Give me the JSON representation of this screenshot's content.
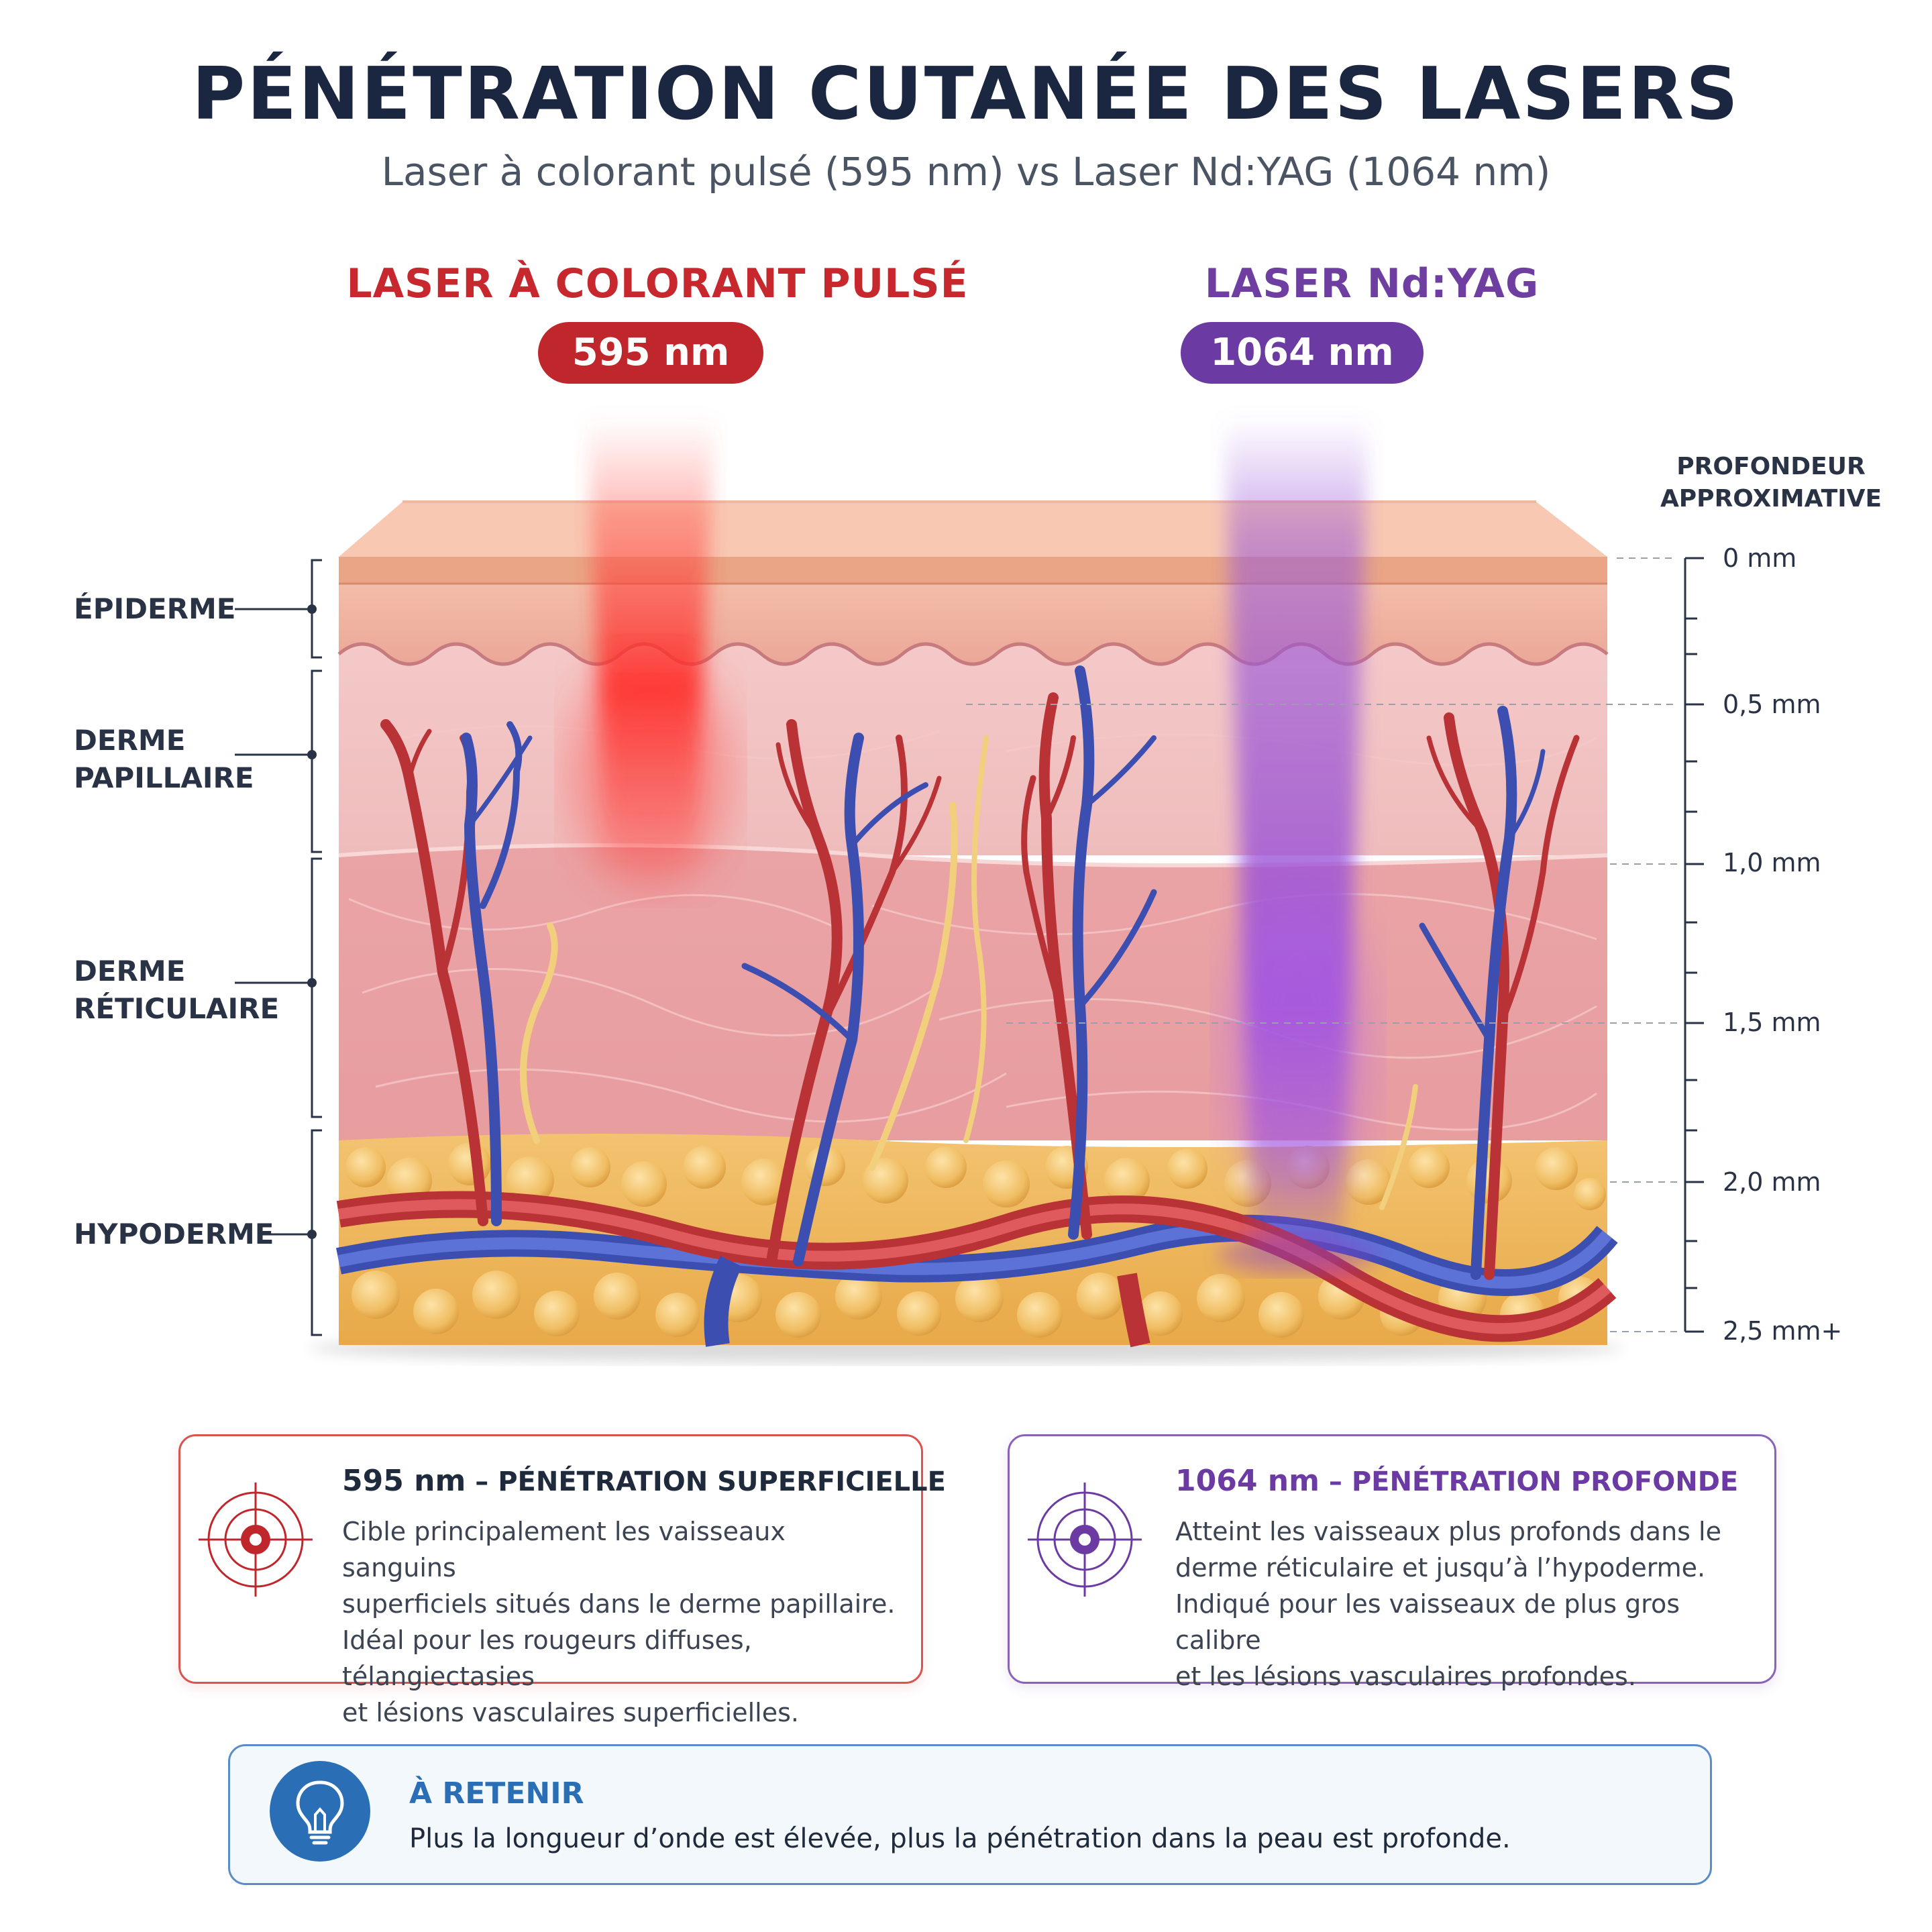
{
  "header": {
    "title": "PÉNÉTRATION CUTANÉE DES LASERS",
    "subtitle": "Laser à colorant pulsé (595 nm) vs Laser Nd:YAG (1064 nm)"
  },
  "lasers": [
    {
      "name": "LASER À COLORANT PULSÉ",
      "wavelength": "595 nm",
      "color": "#c0272d"
    },
    {
      "name": "LASER Nd:YAG",
      "wavelength": "1064 nm",
      "color": "#6b3aa3"
    }
  ],
  "layers": {
    "epidermis": "ÉPIDERME",
    "papillary_1": "DERME",
    "papillary_2": "PAPILLAIRE",
    "reticular_1": "DERME",
    "reticular_2": "RÉTICULAIRE",
    "hypodermis": "HYPODERME"
  },
  "depth_scale": {
    "title_1": "PROFONDEUR",
    "title_2": "APPROXIMATIVE",
    "ticks": [
      "0 mm",
      "0,5 mm",
      "1,0 mm",
      "1,5 mm",
      "2,0 mm",
      "2,5 mm+"
    ]
  },
  "cards": [
    {
      "title_wavelength": "595 nm",
      "title_dash": " – ",
      "title_text": "PÉNÉTRATION SUPERFICIELLE",
      "lines": [
        "Cible principalement les vaisseaux sanguins",
        "superficiels situés dans le derme papillaire.",
        "Idéal pour les rougeurs diffuses, télangiectasies",
        "et lésions vasculaires superficielles."
      ],
      "accent": "#c0272d",
      "icon": "target-icon"
    },
    {
      "title_wavelength": "1064 nm",
      "title_dash": " – ",
      "title_text": "PÉNÉTRATION PROFONDE",
      "lines": [
        "Atteint les vaisseaux plus profonds dans le",
        "derme réticulaire et jusqu’à l’hypoderme.",
        "Indiqué pour les vaisseaux de plus gros calibre",
        "et les lésions vasculaires profondes."
      ],
      "accent": "#6b3aa3",
      "icon": "target-icon"
    }
  ],
  "takeaway": {
    "title": "À RETENIR",
    "text": "Plus la longueur d’onde est élevée, plus la pénétration dans la peau est profonde.",
    "icon": "lightbulb-icon",
    "accent": "#2a6fb5"
  }
}
